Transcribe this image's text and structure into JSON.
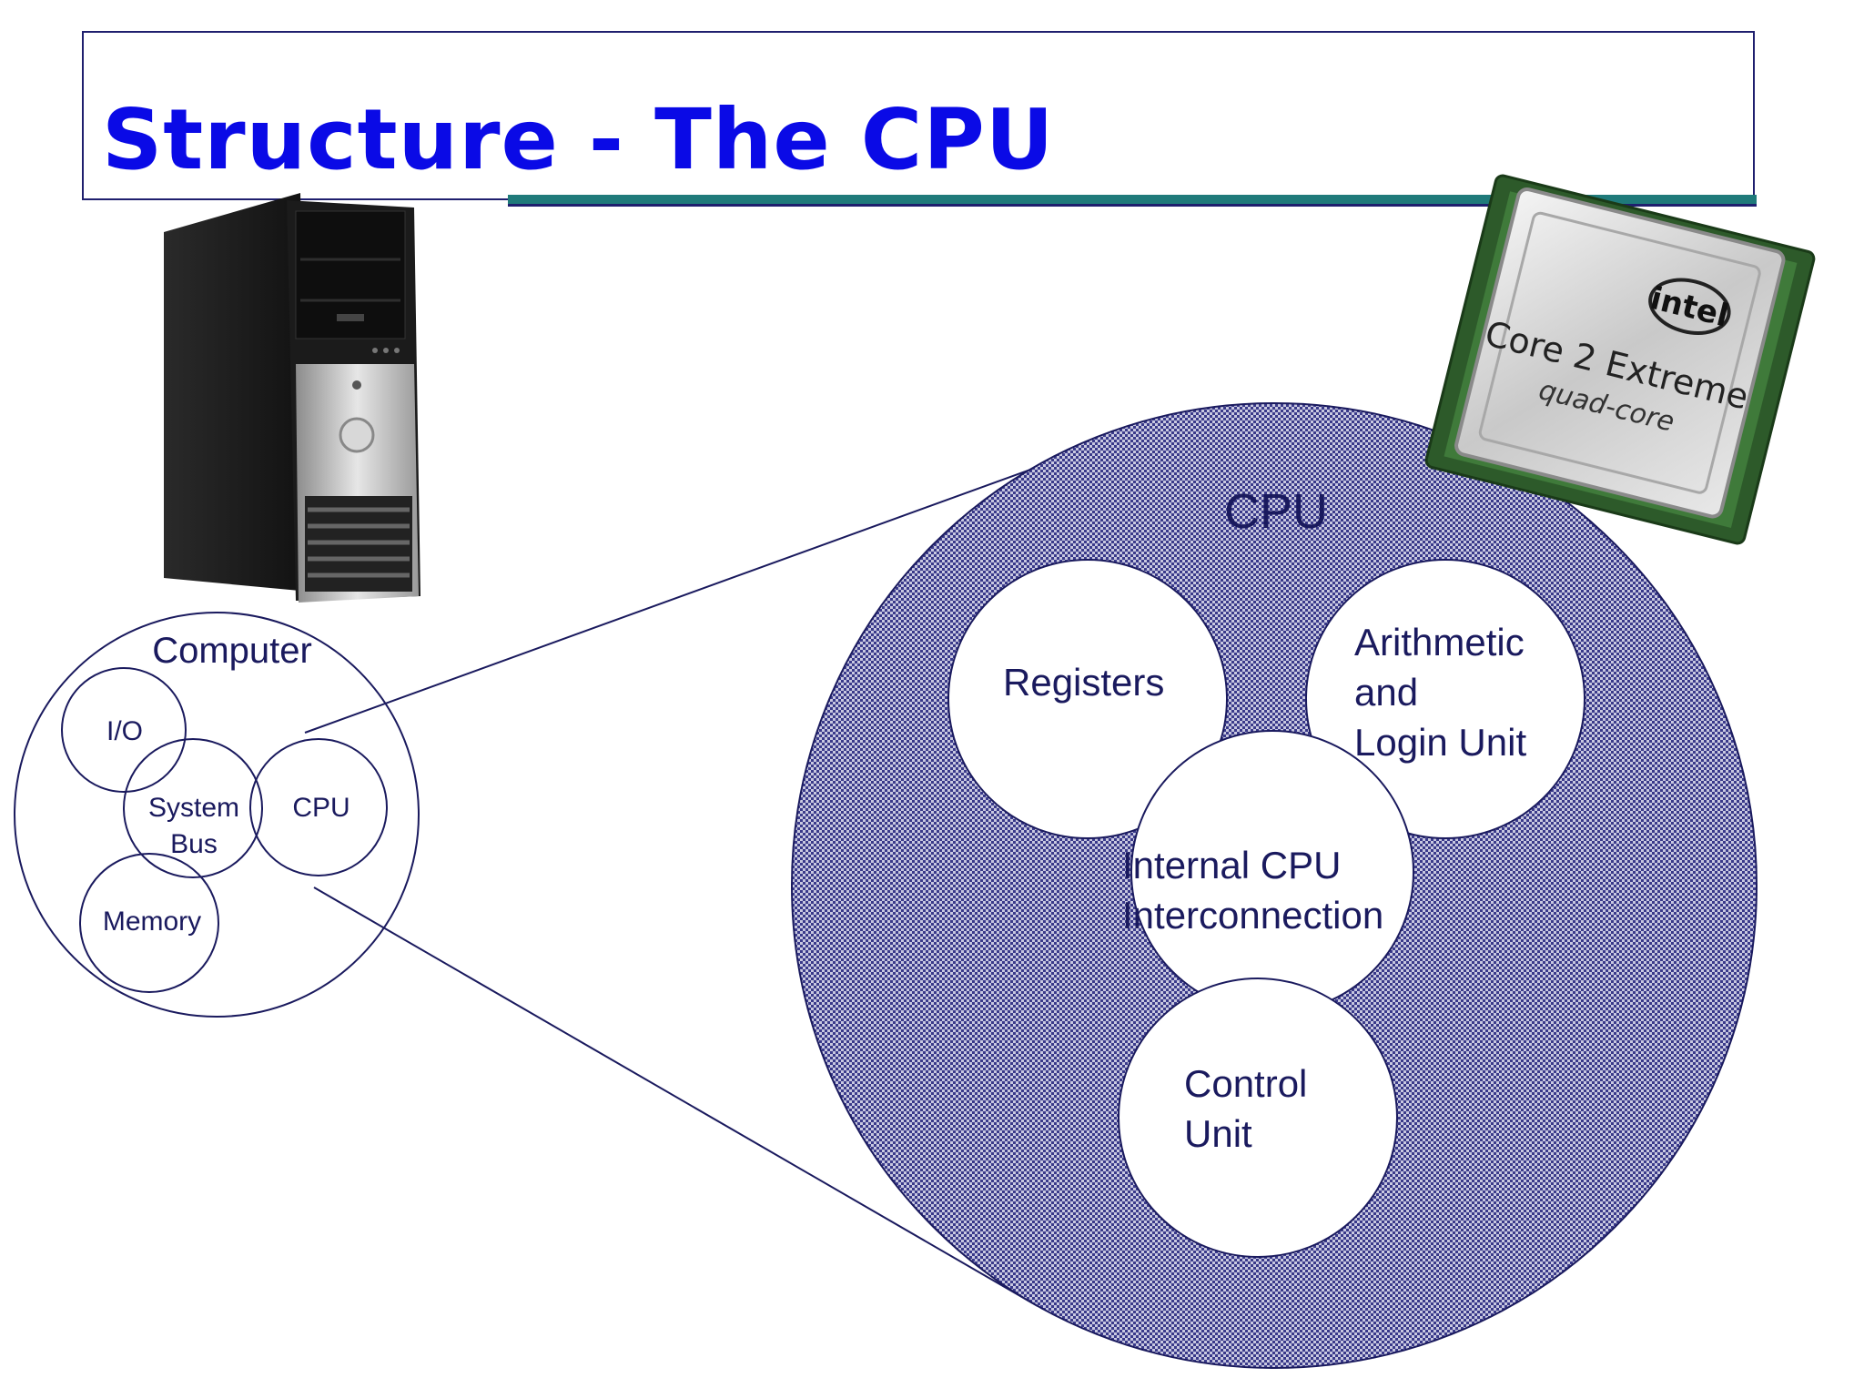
{
  "title": "Structure - The CPU",
  "computer_diagram": {
    "label": "Computer",
    "io": "I/O",
    "system_bus_line1": "System",
    "system_bus_line2": "Bus",
    "cpu": "CPU",
    "memory": "Memory"
  },
  "cpu_diagram": {
    "label": "CPU",
    "registers": "Registers",
    "alu_line1": "Arithmetic",
    "alu_line2": "and",
    "alu_line3": "Login Unit",
    "interconnect_line1": "Internal CPU",
    "interconnect_line2": "Interconnection",
    "control_line1": "Control",
    "control_line2": "Unit"
  },
  "chip": {
    "brand": "intel",
    "model": "Core 2 Extreme",
    "variant": "quad-core"
  },
  "colors": {
    "title": "#0a0ae6",
    "diagram_stroke": "#1a1a5e",
    "cpu_fill": "#2a2a7a",
    "rule": "#1f7a7a"
  }
}
